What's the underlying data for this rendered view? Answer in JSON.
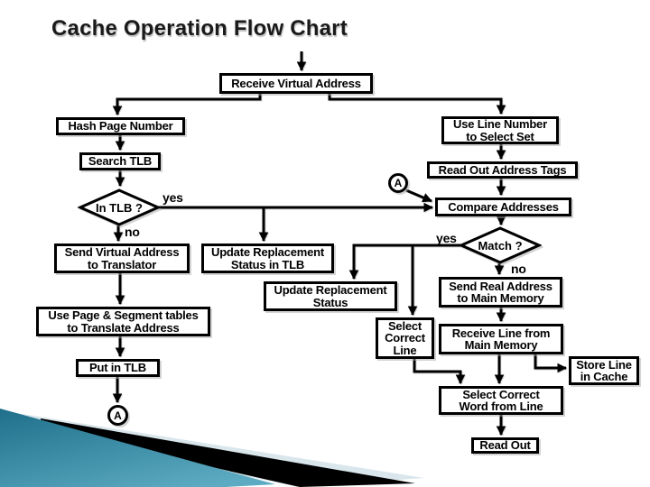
{
  "slide": {
    "title": "Cache Operation Flow Chart",
    "colors": {
      "ink": "#000000",
      "title_ink": "#1a1a1a",
      "teal_dark": "#1f6f8b",
      "teal_light": "#5cabc2",
      "pale_wedge": "#d9e6ec"
    }
  },
  "nodes": {
    "receive_virtual_address": {
      "label": "Receive Virtual Address"
    },
    "hash_page_number": {
      "label": "Hash Page Number"
    },
    "search_tlb": {
      "label": "Search TLB"
    },
    "in_tlb": {
      "label": "In TLB ?"
    },
    "send_virtual_address": {
      "label": "Send Virtual Address\nto Translator"
    },
    "update_replacement_tlb": {
      "label": "Update Replacement\nStatus in TLB"
    },
    "update_replacement": {
      "label": "Update Replacement\nStatus"
    },
    "use_page_segment": {
      "label": "Use Page & Segment tables\nto Translate Address"
    },
    "put_in_tlb": {
      "label": "Put in TLB"
    },
    "connector_a": {
      "label": "A"
    },
    "use_line_number": {
      "label": "Use Line Number\nto Select Set"
    },
    "read_out_address_tags": {
      "label": "Read Out Address Tags"
    },
    "compare_addresses": {
      "label": "Compare Addresses"
    },
    "match": {
      "label": "Match ?"
    },
    "send_real_address": {
      "label": "Send Real Address\nto Main Memory"
    },
    "select_correct_line": {
      "label": "Select\nCorrect\nLine"
    },
    "receive_line": {
      "label": "Receive Line from\nMain Memory"
    },
    "store_line": {
      "label": "Store Line\nin Cache"
    },
    "select_correct_word": {
      "label": "Select Correct\nWord from Line"
    },
    "read_out": {
      "label": "Read Out"
    }
  },
  "edge_labels": {
    "in_tlb_yes": "yes",
    "in_tlb_no": "no",
    "match_yes": "yes",
    "match_no": "no"
  }
}
